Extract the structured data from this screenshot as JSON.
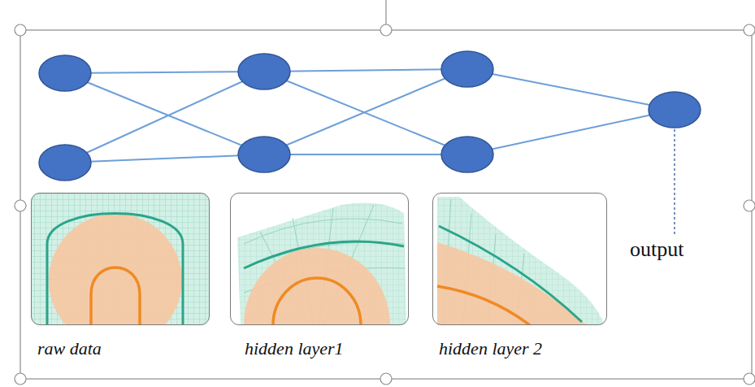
{
  "diagram": {
    "nodes": [
      {
        "text": [
          "raw data"
        ]
      },
      {
        "text": [
          "hidden layer1"
        ]
      },
      {
        "text": [
          "hidden layer 2"
        ]
      }
    ],
    "labels": [
      "output"
    ]
  }
}
